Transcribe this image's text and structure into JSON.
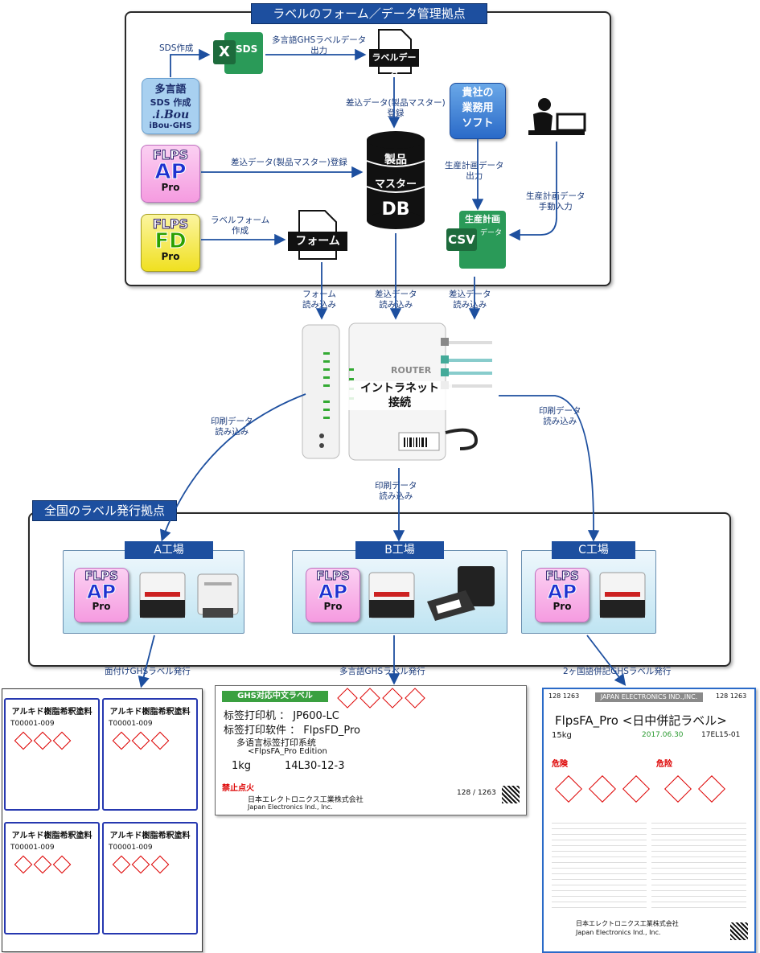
{
  "top_hub": {
    "title": "ラベルのフォーム／データ管理拠点",
    "sds_create_label": "SDS作成",
    "multilang_out_label": "多言語GHSラベルデータ\n出力",
    "label_data_doc": "ラベルデータ",
    "sds_tile_text": "SDS",
    "excel_letter": "X",
    "ibou": {
      "line1": "多言語",
      "line2": "SDS 作成",
      "logo": ".i.Bou",
      "name": "iBou-GHS"
    },
    "merge_reg_top": "差込データ(製品マスター)\n登録",
    "merge_reg_ap": "差込データ(製品マスター)登録",
    "form_create_label": "ラベルフォーム\n作成",
    "form_doc": "フォーム",
    "db": {
      "line1": "製品",
      "line2": "マスター",
      "line3": "DB"
    },
    "business_soft": "貴社の\n業務用\nソフト",
    "plan_out_label": "生産計画データ\n出力",
    "plan_manual_label": "生産計画データ\n手動入力",
    "csv": {
      "title": "生産計画",
      "sub": "データ",
      "tile": "CSV"
    }
  },
  "products": {
    "ap": {
      "line1": "FLPS",
      "line2": "AP",
      "line3": "Pro"
    },
    "fd": {
      "line1": "FLPS",
      "line2": "FD",
      "line3": "Pro"
    }
  },
  "mid": {
    "form_read": "フォーム\n読み込み",
    "merge_read_1": "差込データ\n読み込み",
    "merge_read_2": "差込データ\n読み込み",
    "router_label": "ROUTER",
    "intranet": "イントラネット\n接続",
    "print_read_left": "印刷データ\n読み込み",
    "print_read_right": "印刷データ\n読み込み",
    "print_read_center": "印刷データ\n読み込み"
  },
  "bottom_hub": {
    "title": "全国のラベル発行拠点",
    "factories": [
      {
        "name": "A工場"
      },
      {
        "name": "B工場"
      },
      {
        "name": "C工場"
      }
    ]
  },
  "outputs": {
    "left_label": "面付けGHSラベル発行",
    "center_label": "多言語GHSラベル発行",
    "right_label": "2ヶ国語併記GHSラベル発行",
    "sheet_title": "アルキド樹脂希釈塗料",
    "sheet_code": "T00001-009",
    "chinese_label": {
      "header": "GHS对応中文ラベル",
      "row1_key": "标签打印机 ：",
      "row1_val": "JP600-LC",
      "row2_key": "标签打印软件 ：",
      "row2_val": "FlpsFD_Pro",
      "row3_val": "多语言标签打印系统",
      "row4_val": "<FlpsFA_Pro Edition",
      "qty": "1kg",
      "lot": "14L30-12-3",
      "warning": "禁止点火",
      "company": "日本エレクトロニクス工業株式会社",
      "company_en": "Japan Electronics Ind., Inc.",
      "num1": "128",
      "num2": "1263"
    },
    "bilingual_label": {
      "company_bar": "JAPAN ELECTRONICS IND.,INC.",
      "title": "FlpsFA_Pro <日中併記ラベル>",
      "net_wt": "15kg",
      "date": "2017.06.30",
      "lot": "17EL15-01",
      "danger_jp": "危険",
      "danger_cn": "危险",
      "num1": "128",
      "num2": "1263",
      "company": "日本エレクトロニクス工業株式会社",
      "company_en": "Japan Electronics Ind., Inc."
    }
  },
  "colors": {
    "banner": "#1d4f9f",
    "arrow": "#1d4f9f",
    "ap_pink": "#f59be0",
    "fd_yellow": "#f5ef3a",
    "excel_green": "#1d7a45"
  }
}
